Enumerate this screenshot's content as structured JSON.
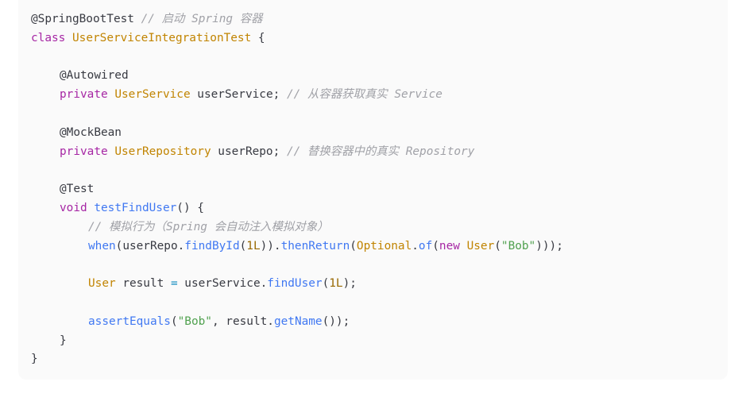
{
  "code": {
    "lines": [
      [
        {
          "t": "anno",
          "v": "@SpringBootTest"
        },
        {
          "t": "plain",
          "v": " "
        },
        {
          "t": "cmt",
          "v": "// 启动 Spring 容器"
        }
      ],
      [
        {
          "t": "kw",
          "v": "class"
        },
        {
          "t": "plain",
          "v": " "
        },
        {
          "t": "type",
          "v": "UserServiceIntegrationTest"
        },
        {
          "t": "plain",
          "v": " {"
        }
      ],
      [],
      [
        {
          "t": "anno",
          "v": "@Autowired"
        }
      ],
      [
        {
          "t": "kw",
          "v": "private"
        },
        {
          "t": "plain",
          "v": " "
        },
        {
          "t": "type",
          "v": "UserService"
        },
        {
          "t": "plain",
          "v": " userService; "
        },
        {
          "t": "cmt",
          "v": "// 从容器获取真实 Service"
        }
      ],
      [],
      [
        {
          "t": "anno",
          "v": "@MockBean"
        }
      ],
      [
        {
          "t": "kw",
          "v": "private"
        },
        {
          "t": "plain",
          "v": " "
        },
        {
          "t": "type",
          "v": "UserRepository"
        },
        {
          "t": "plain",
          "v": " userRepo; "
        },
        {
          "t": "cmt",
          "v": "// 替换容器中的真实 Repository"
        }
      ],
      [],
      [
        {
          "t": "anno",
          "v": "@Test"
        }
      ],
      [
        {
          "t": "kw",
          "v": "void"
        },
        {
          "t": "plain",
          "v": " "
        },
        {
          "t": "fn",
          "v": "testFindUser"
        },
        {
          "t": "plain",
          "v": "() {"
        }
      ],
      [
        {
          "t": "cmt",
          "v": "// 模拟行为（Spring 会自动注入模拟对象）"
        }
      ],
      [
        {
          "t": "fn",
          "v": "when"
        },
        {
          "t": "plain",
          "v": "(userRepo."
        },
        {
          "t": "fn",
          "v": "findById"
        },
        {
          "t": "plain",
          "v": "("
        },
        {
          "t": "num",
          "v": "1L"
        },
        {
          "t": "plain",
          "v": "))."
        },
        {
          "t": "fn",
          "v": "thenReturn"
        },
        {
          "t": "plain",
          "v": "("
        },
        {
          "t": "type",
          "v": "Optional"
        },
        {
          "t": "plain",
          "v": "."
        },
        {
          "t": "fn",
          "v": "of"
        },
        {
          "t": "plain",
          "v": "("
        },
        {
          "t": "kw",
          "v": "new"
        },
        {
          "t": "plain",
          "v": " "
        },
        {
          "t": "type",
          "v": "User"
        },
        {
          "t": "plain",
          "v": "("
        },
        {
          "t": "str",
          "v": "\"Bob\""
        },
        {
          "t": "plain",
          "v": ")));"
        }
      ],
      [],
      [
        {
          "t": "type",
          "v": "User"
        },
        {
          "t": "plain",
          "v": " result "
        },
        {
          "t": "op",
          "v": "="
        },
        {
          "t": "plain",
          "v": " userService."
        },
        {
          "t": "fn",
          "v": "findUser"
        },
        {
          "t": "plain",
          "v": "("
        },
        {
          "t": "num",
          "v": "1L"
        },
        {
          "t": "plain",
          "v": ");"
        }
      ],
      [],
      [
        {
          "t": "fn",
          "v": "assertEquals"
        },
        {
          "t": "plain",
          "v": "("
        },
        {
          "t": "str",
          "v": "\"Bob\""
        },
        {
          "t": "plain",
          "v": ", result."
        },
        {
          "t": "fn",
          "v": "getName"
        },
        {
          "t": "plain",
          "v": "());"
        }
      ],
      [
        {
          "t": "plain",
          "v": "}"
        }
      ],
      [
        {
          "t": "plain",
          "v": "}"
        }
      ]
    ]
  }
}
